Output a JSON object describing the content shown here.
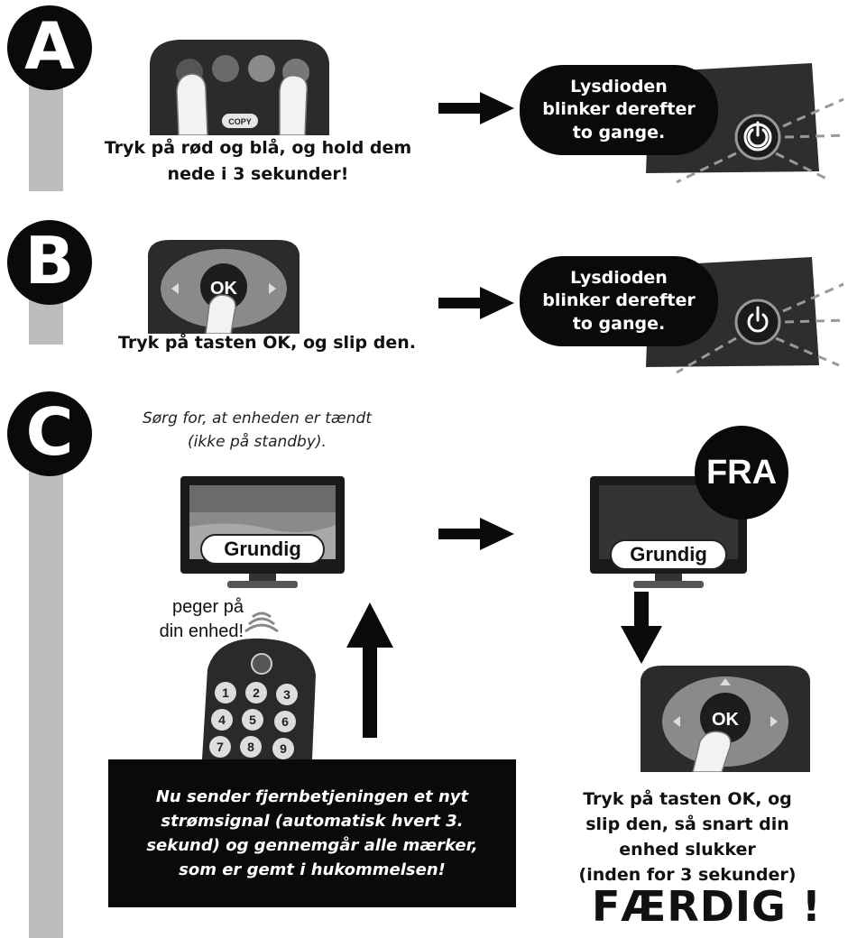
{
  "steps": {
    "a": {
      "badge": "A",
      "instruction": [
        "Tryk på rød og blå, og hold dem",
        "nede i 3 sekunder!"
      ],
      "result": [
        "Lysdioden",
        "blinker derefter",
        "to gange."
      ],
      "remote_label": "COPY"
    },
    "b": {
      "badge": "B",
      "instruction": "Tryk på tasten OK, og slip den.",
      "result": [
        "Lysdioden",
        "blinker derefter",
        "to gange."
      ],
      "ok_label": "OK"
    },
    "c": {
      "badge": "C",
      "note": [
        "Sørg for, at enheden er tændt",
        "(ikke på standby)."
      ],
      "tv_brand_left": "Grundig",
      "tv_brand_right": "Grundig",
      "off_label": "FRA",
      "point_text": [
        "peger på",
        "din enhed!"
      ],
      "info": [
        "Nu sender fjernbetjeningen et nyt",
        "strømsignal (automatisk hvert 3.",
        "sekund) og gennemgår alle mærker,",
        "som er gemt i hukommelsen!"
      ],
      "ok_label": "OK",
      "final_instruction": [
        "Tryk på tasten OK, og",
        "slip den, så snart din",
        "enhed slukker",
        "(inden for 3 sekunder)"
      ],
      "done": "FÆRDIG !",
      "keypad": [
        "1",
        "2",
        "3",
        "4",
        "5",
        "6",
        "7",
        "8",
        "9"
      ]
    }
  }
}
